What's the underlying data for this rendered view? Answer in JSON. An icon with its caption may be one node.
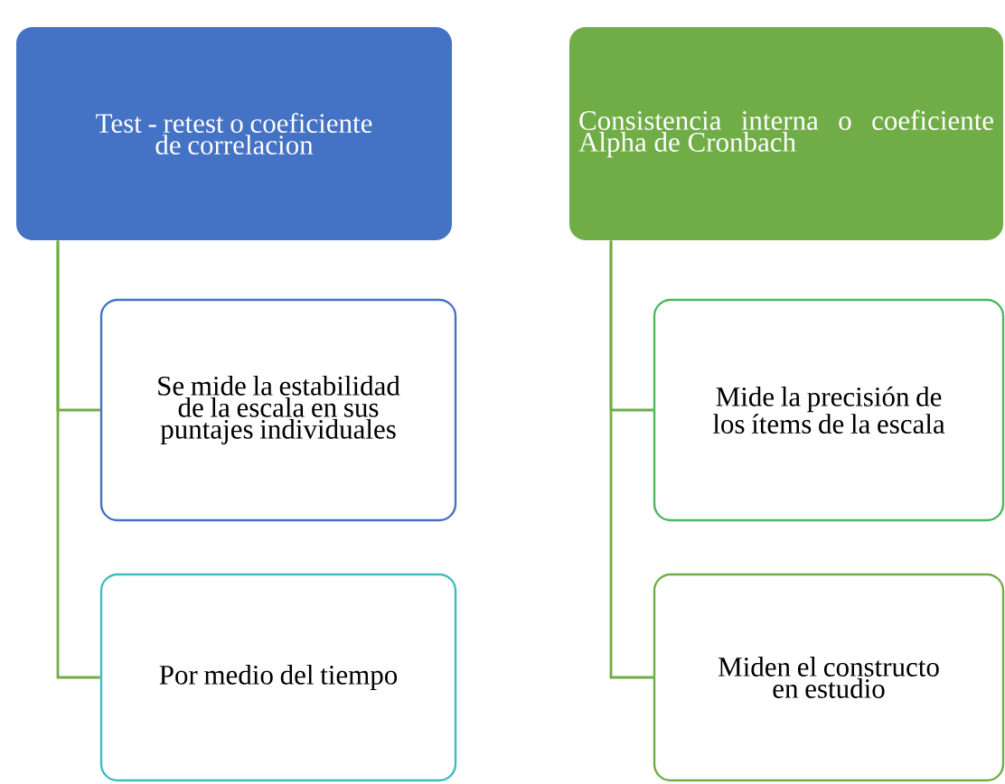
{
  "diagram": {
    "nodes": [
      {
        "text": [
          "Test - retest o coeficiente de correlacion"
        ]
      },
      {
        "text": [
          "Se mide la estabilidad de la escala en sus puntajes individuales"
        ]
      },
      {
        "text": [
          "Por medio del tiempo"
        ]
      },
      {
        "text": [
          "Consistencia interna  o coeficiente Alpha de Cronbach"
        ]
      },
      {
        "text": [
          "Mide la precisión de los ítems de la escala"
        ]
      },
      {
        "text": [
          "Miden el constructo en estudio"
        ]
      }
    ],
    "edges": [
      {
        "from": 0,
        "to": 1,
        "arrow": "none"
      },
      {
        "from": 0,
        "to": 2,
        "arrow": "none"
      },
      {
        "from": 3,
        "to": 4,
        "arrow": "none"
      },
      {
        "from": 3,
        "to": 5,
        "arrow": "none"
      }
    ]
  }
}
